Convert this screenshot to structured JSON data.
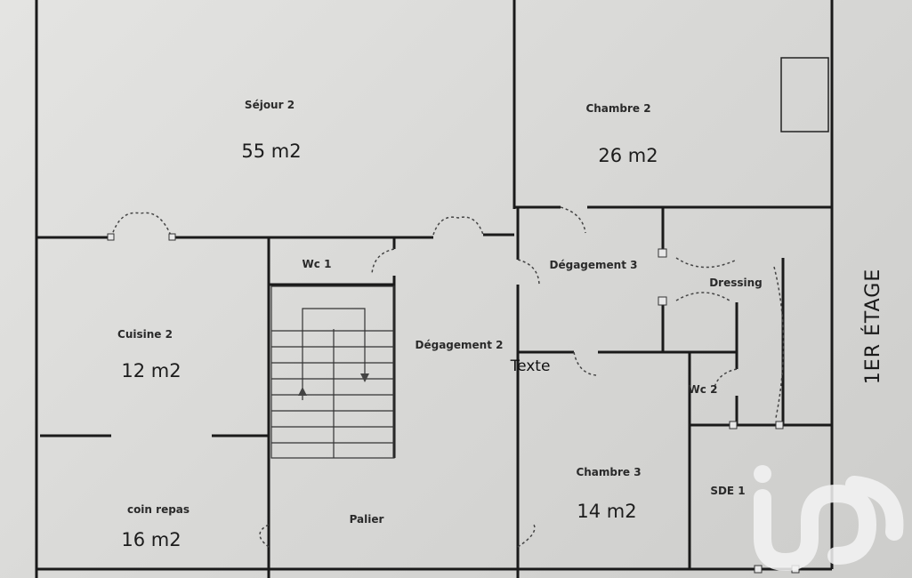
{
  "plan": {
    "floor_label": "1ER ÉTAGE",
    "annotation": "Texte",
    "rooms": [
      {
        "name": "Séjour 2",
        "area": "55 m2"
      },
      {
        "name": "Chambre 2",
        "area": "26 m2"
      },
      {
        "name": "Wc 1"
      },
      {
        "name": "Dégagement 3"
      },
      {
        "name": "Dressing"
      },
      {
        "name": "Cuisine 2",
        "area": "12 m2"
      },
      {
        "name": "Dégagement 2"
      },
      {
        "name": "Wc 2"
      },
      {
        "name": "Chambre 3",
        "area": "14 m2"
      },
      {
        "name": "SDE 1"
      },
      {
        "name": "coin repas",
        "area": "16 m2"
      },
      {
        "name": "Palier"
      }
    ]
  },
  "watermark": {
    "text": "iad"
  }
}
